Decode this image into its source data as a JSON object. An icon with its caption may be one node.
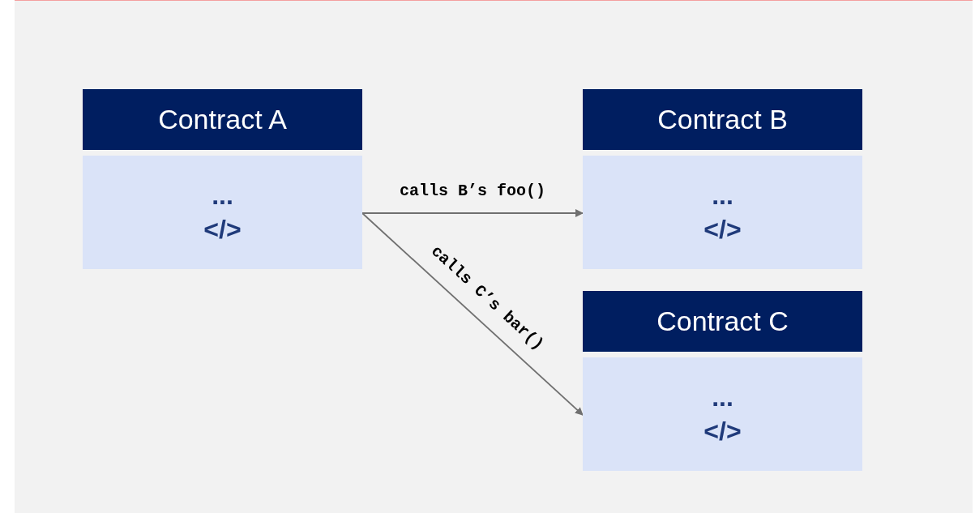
{
  "diagram": {
    "nodes": [
      {
        "text": [
          "Contract A",
          "...",
          "</>"
        ]
      },
      {
        "text": [
          "Contract B",
          "...",
          "</>"
        ]
      },
      {
        "text": [
          "Contract C",
          "...",
          "</>"
        ]
      }
    ],
    "edges": [
      {
        "from": 0,
        "to": 1,
        "arrow": "to",
        "label": "calls B’s foo()"
      },
      {
        "from": 0,
        "to": 2,
        "arrow": "to",
        "label": "calls C’s bar()"
      }
    ]
  }
}
